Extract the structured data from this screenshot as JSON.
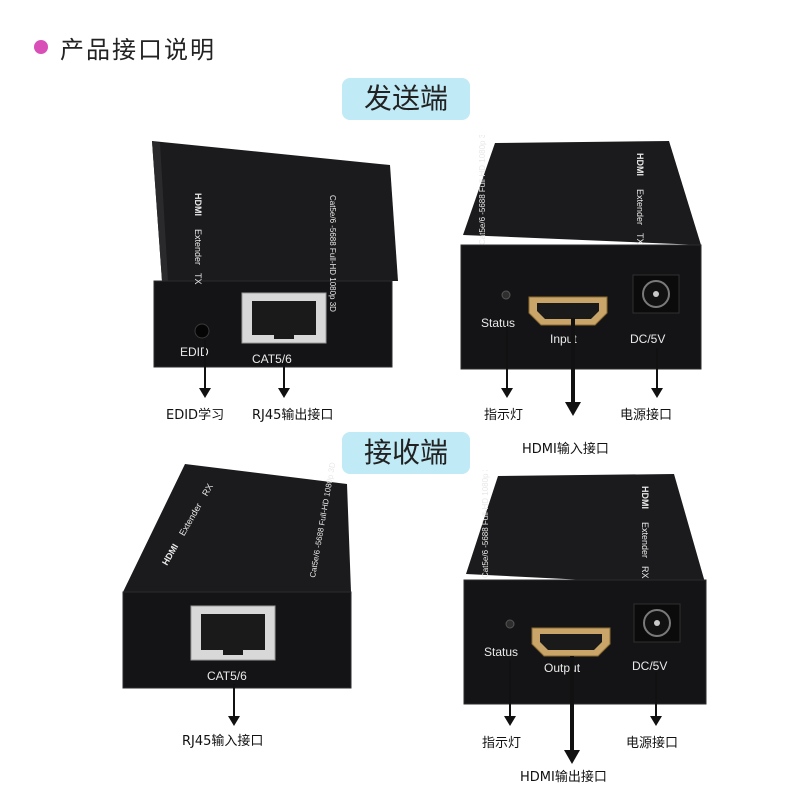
{
  "header": {
    "title": "产品接口说明",
    "accent": "#d94fb8"
  },
  "sections": {
    "sender": {
      "heading": "发送端",
      "pill_color": "#bfeaf6"
    },
    "receiver": {
      "heading": "接收端",
      "pill_color": "#bfeaf6"
    }
  },
  "device_top_print": {
    "logo": "HDMI",
    "model": "Extender",
    "tx": "TX",
    "rx": "RX",
    "spec": "Cat5e/6 -5688 Full-HD 1080p 3D"
  },
  "tx_left": {
    "edid_label": "EDID",
    "cat_label": "CAT5/6",
    "callout_edid": "EDID学习",
    "callout_rj45": "RJ45输出接口"
  },
  "tx_right": {
    "status_label": "Status",
    "input_label": "Input",
    "dc_label": "DC/5V",
    "callout_status": "指示灯",
    "callout_hdmi": "HDMI输入接口",
    "callout_dc": "电源接口"
  },
  "rx_left": {
    "cat_label": "CAT5/6",
    "callout_rj45": "RJ45输入接口"
  },
  "rx_right": {
    "status_label": "Status",
    "output_label": "Output",
    "dc_label": "DC/5V",
    "callout_status": "指示灯",
    "callout_hdmi": "HDMI输出接口",
    "callout_dc": "电源接口"
  }
}
